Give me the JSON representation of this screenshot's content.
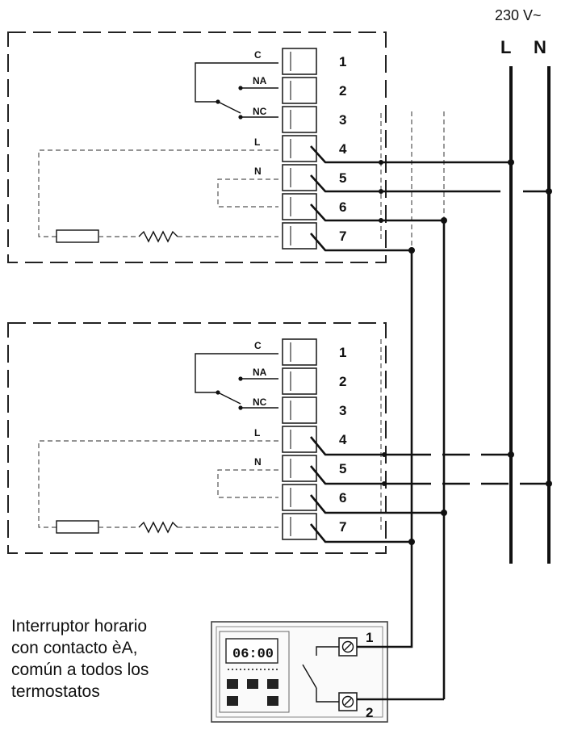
{
  "supply": {
    "voltage": "230 V~",
    "line_label": "L",
    "neutral_label": "N"
  },
  "thermostat": {
    "contact_labels": [
      "C",
      "NA",
      "NC",
      "L",
      "N"
    ],
    "terminal_numbers": [
      "1",
      "2",
      "3",
      "4",
      "5",
      "6",
      "7"
    ]
  },
  "timer": {
    "display_time": "06:00",
    "terminal_numbers": [
      "1",
      "2"
    ]
  },
  "caption": {
    "lines": [
      "Interruptor horario",
      "con contacto èA,",
      "común a todos los",
      "termostatos"
    ]
  }
}
